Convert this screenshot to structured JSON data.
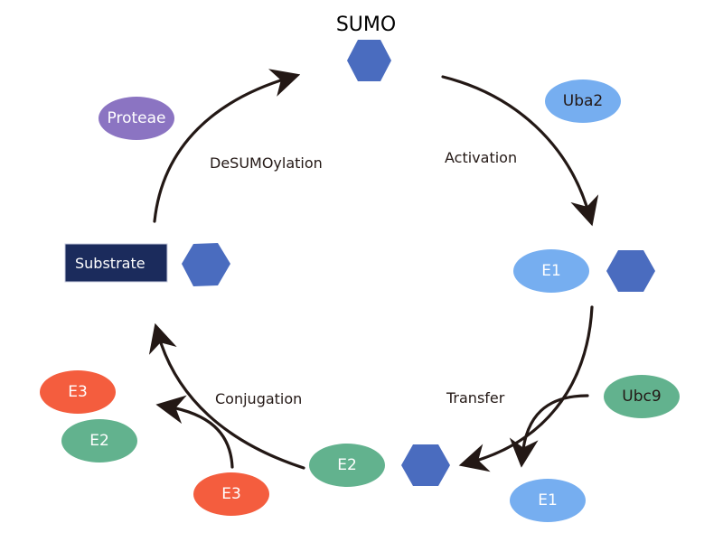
{
  "title": "SUMO",
  "colors": {
    "sumo_hexagon": "#4a6cbf",
    "substrate_box": "#1b2b5c",
    "proteae": "#8b74c2",
    "e1_uba2": "#76aef0",
    "e2_ubc9": "#62b28e",
    "e3": "#f45d3e",
    "arrow": "#231815"
  },
  "steps": {
    "activation": "Activation",
    "transfer": "Transfer",
    "conjugation": "Conjugation",
    "desumoylation": "DeSUMOylation"
  },
  "nodes": {
    "proteae": "Proteae",
    "uba2": "Uba2",
    "e1_main": "E1",
    "ubc9": "Ubc9",
    "e1_released": "E1",
    "e2_main": "E2",
    "e3_bottom": "E3",
    "e3_left": "E3",
    "e2_left": "E2",
    "substrate": "Substrate"
  }
}
